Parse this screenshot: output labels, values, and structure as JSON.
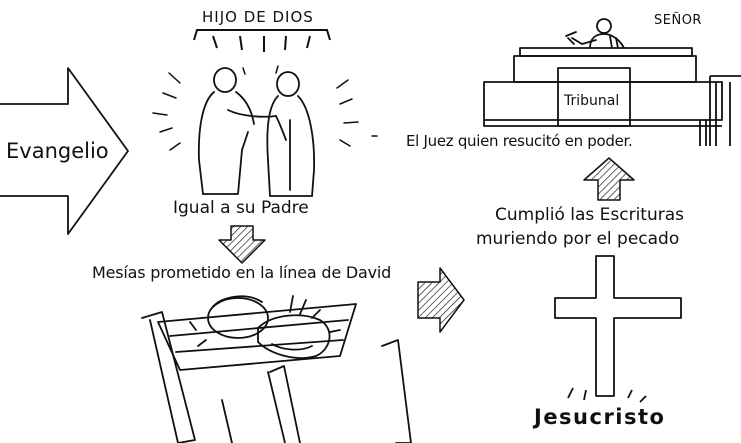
{
  "labels": {
    "evangelio": "Evangelio",
    "hijo_de_dios": "HIJO DE DIOS",
    "igual_a_su_padre": "Igual a su Padre",
    "mesias": "Mesías prometido en la línea de David",
    "senor": "SEÑOR",
    "tribunal": "Tribunal",
    "juez": "El Juez quien resucitó en poder.",
    "cumplio_line1": "Cumplió las Escrituras",
    "cumplio_line2": "muriendo por el pecado",
    "jesucristo": "Jesucristo"
  },
  "icons": {
    "gospel_arrow": "big-right-arrow-icon",
    "figures": "father-and-son-figures",
    "down_arrow": "hatched-down-arrow-icon",
    "right_arrow": "hatched-right-arrow-icon",
    "up_arrow": "hatched-up-arrow-icon",
    "manger": "manger-with-baby",
    "cross": "cross-icon",
    "judge": "judge-with-gavel",
    "courtroom": "tribunal-bench"
  },
  "colors": {
    "ink": "#111111",
    "background": "#ffffff"
  }
}
